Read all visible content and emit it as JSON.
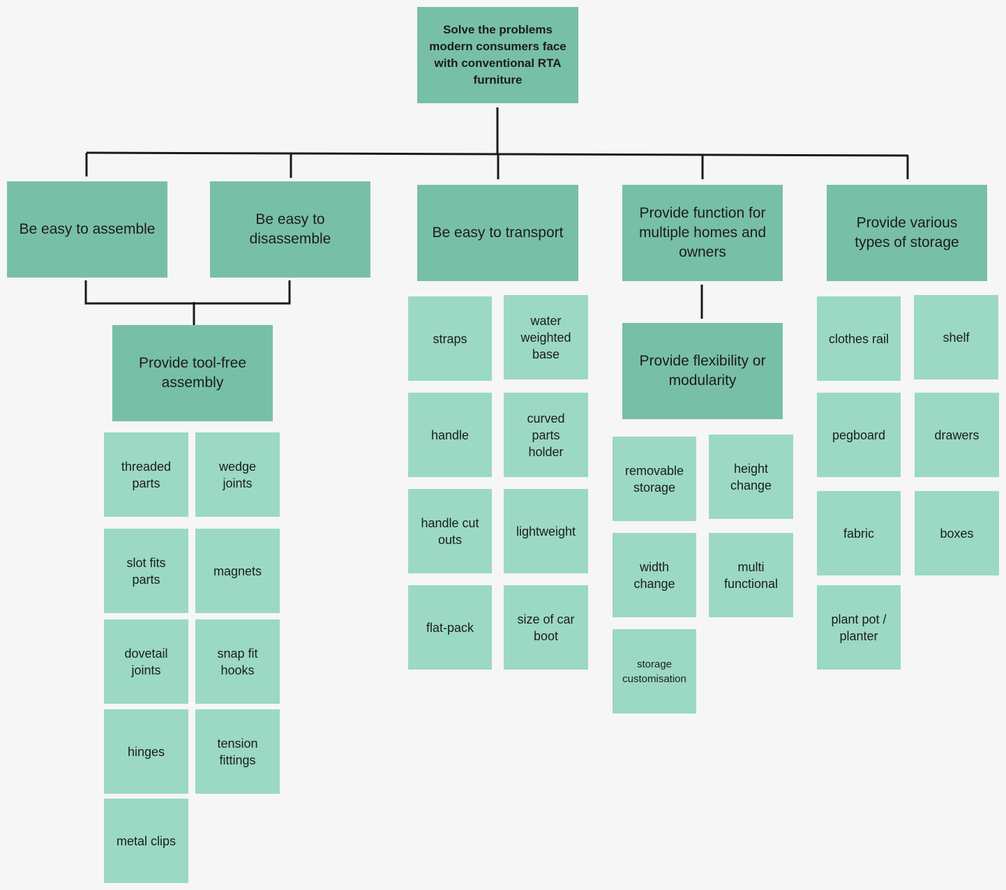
{
  "colors": {
    "goal": "#78bfa8",
    "sticky": "#9bd9c4",
    "line": "#1a1a1a",
    "background": "#f6f6f6"
  },
  "root": {
    "text": "Solve the problems modern consumers face with conventional RTA furniture"
  },
  "goals": {
    "assemble": "Be easy to assemble",
    "disassemble": "Be easy to disassemble",
    "transport": "Be easy to transport",
    "multi_home": "Provide function for multiple homes and owners",
    "storage": "Provide various types of storage"
  },
  "subgoals": {
    "tool_free": "Provide tool-free assembly",
    "flexibility": "Provide flexibility or modularity"
  },
  "ideas": {
    "tool_free": [
      "threaded parts",
      "wedge joints",
      "slot fits parts",
      "magnets",
      "dovetail joints",
      "snap fit hooks",
      "hinges",
      "tension fittings",
      "metal clips"
    ],
    "transport": [
      "straps",
      "water weighted base",
      "handle",
      "curved parts holder",
      "handle cut outs",
      "lightweight",
      "flat-pack",
      "size of car boot"
    ],
    "flexibility": [
      "removable storage",
      "height change",
      "width change",
      "multi functional",
      "storage customisation"
    ],
    "storage": [
      "clothes rail",
      "shelf",
      "pegboard",
      "drawers",
      "fabric",
      "boxes",
      "plant pot / planter"
    ]
  }
}
